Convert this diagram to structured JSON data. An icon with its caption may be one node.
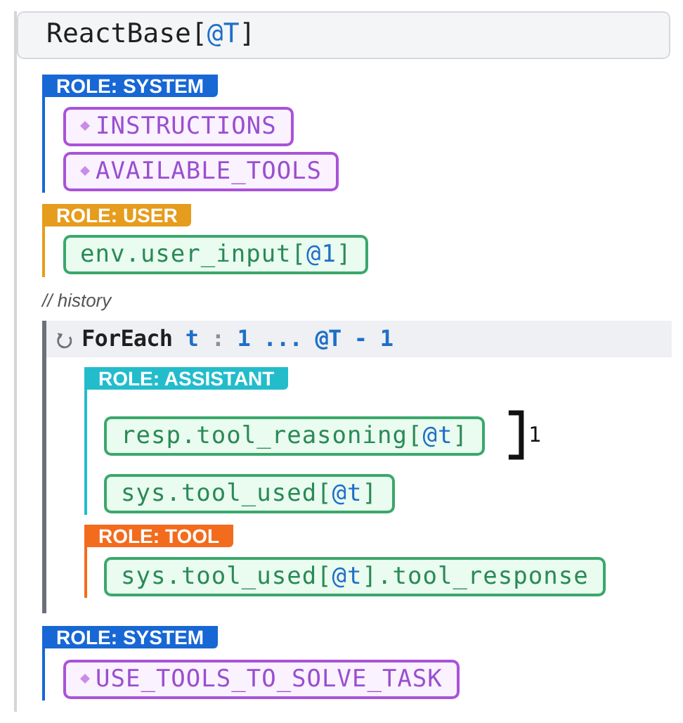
{
  "diagram": {
    "nodes": [
      {
        "text": [
          "ReactBase[@T]"
        ]
      },
      {
        "text": [
          "ROLE: SYSTEM"
        ],
        "in": 0
      },
      {
        "text": [
          "INSTRUCTIONS"
        ],
        "in": 1
      },
      {
        "text": [
          "AVAILABLE_TOOLS"
        ],
        "in": 1
      },
      {
        "text": [
          "ROLE: USER"
        ],
        "in": 0
      },
      {
        "text": [
          "env.user_input[@1]"
        ],
        "in": 4
      },
      {
        "text": [
          "ForEach t : 1 ... @T - 1"
        ],
        "in": 0,
        "beside": [
          "// history"
        ]
      },
      {
        "text": [
          "ROLE: ASSISTANT"
        ],
        "in": 6
      },
      {
        "text": [
          "resp.tool_reasoning[@t]"
        ],
        "in": 7,
        "beside": [
          "1"
        ]
      },
      {
        "text": [
          "sys.tool_used[@t]"
        ],
        "in": 7
      },
      {
        "text": [
          "ROLE: TOOL"
        ],
        "in": 6
      },
      {
        "text": [
          "sys.tool_used[@t].tool_response"
        ],
        "in": 10
      },
      {
        "text": [
          "ROLE: SYSTEM"
        ],
        "in": 0
      },
      {
        "text": [
          "USE_TOOLS_TO_SOLVE_TASK"
        ],
        "in": 12
      }
    ]
  }
}
